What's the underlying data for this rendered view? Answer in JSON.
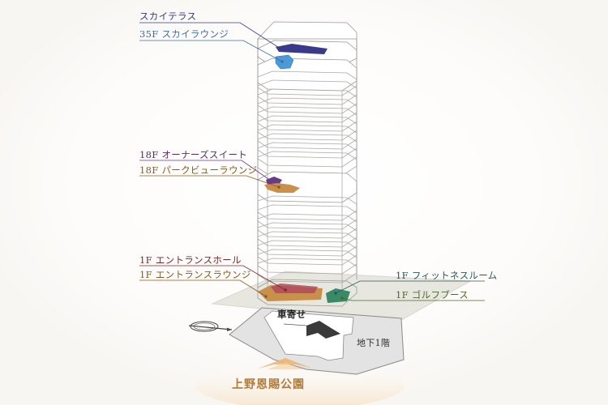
{
  "labels": {
    "sky_terrace": "スカイテラス",
    "sky_lounge_35f": "35F スカイラウンジ",
    "owners_suite_18f": "18F オーナーズスイート",
    "park_view_lounge_18f": "18F パークビューラウンジ",
    "entrance_hall_1f": "1F エントランスホール",
    "entrance_lounge_1f": "1F エントランスラウンジ",
    "fitness_room_1f": "1F フィットネスルーム",
    "golf_booth_1f": "1F ゴルフブース",
    "car_porch": "車寄せ",
    "basement_1": "地下1階",
    "ueno_park": "上野恩賜公園"
  },
  "colors": {
    "sky_terrace": "#3a3a8a",
    "sky_lounge": "#3a8ac8",
    "owners_suite": "#6a3a8a",
    "park_view_lounge": "#c8904a",
    "entrance_hall": "#a03a3a",
    "entrance_lounge": "#c8904a",
    "fitness_golf": "#3a8a6a",
    "park_arrow": "#e8a050"
  },
  "icons": {
    "north_arrow": "compass-arrow-icon"
  }
}
